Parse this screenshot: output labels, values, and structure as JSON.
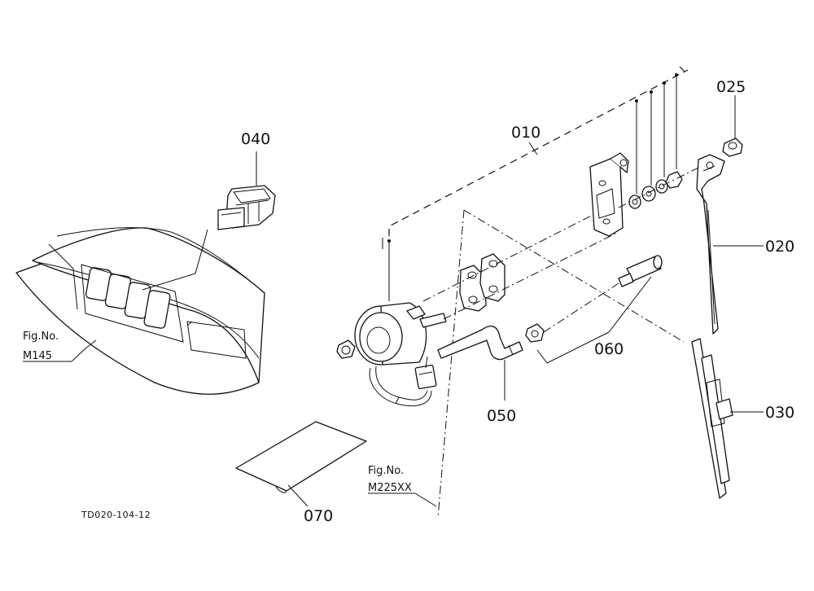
{
  "parts": {
    "p010": "010",
    "p020": "020",
    "p025": "025",
    "p030": "030",
    "p040": "040",
    "p050": "050",
    "p060": "060",
    "p070": "070"
  },
  "references": {
    "m145_line1": "Fig.No.",
    "m145_line2": "M145",
    "m225_line1": "Fig.No.",
    "m225_line2": "M225XX"
  },
  "drawing_code": "TD020-104-12"
}
